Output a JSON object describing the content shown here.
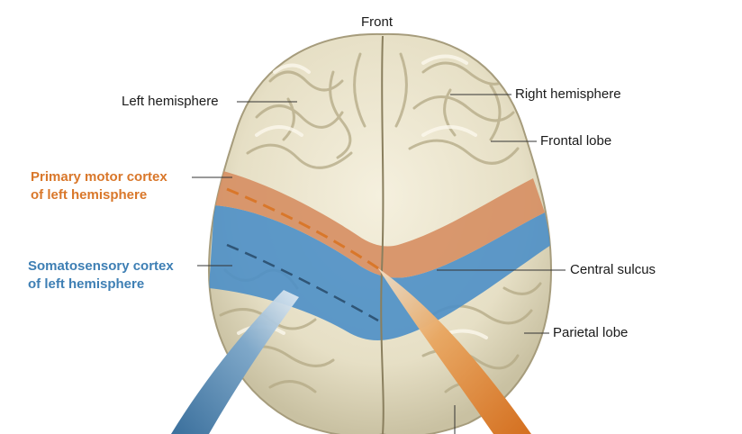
{
  "labels": {
    "front": "Front",
    "left_hemisphere": "Left hemisphere",
    "right_hemisphere": "Right hemisphere",
    "frontal_lobe": "Frontal lobe",
    "motor_line1": "Primary motor cortex",
    "motor_line2": "of left hemisphere",
    "sensory_line1": "Somatosensory cortex",
    "sensory_line2": "of left hemisphere",
    "central_sulcus": "Central sulcus",
    "parietal_lobe": "Parietal lobe"
  },
  "colors": {
    "motor_cortex": "#d9772a",
    "somatosensory_cortex": "#3e7fb4",
    "brain_tissue": "#ece6cf"
  }
}
